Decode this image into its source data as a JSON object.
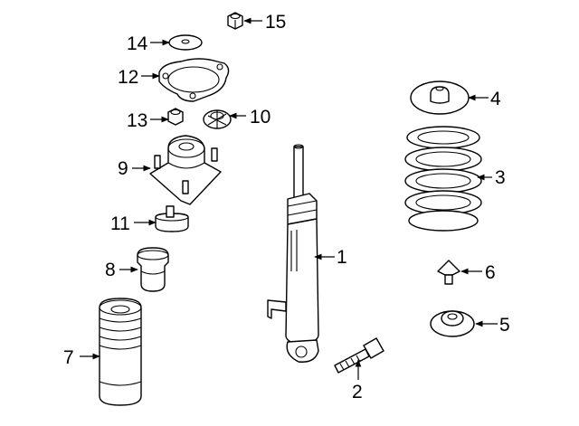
{
  "colors": {
    "line": "#000000",
    "background": "#ffffff"
  },
  "callouts": [
    {
      "id": "1",
      "label": "1"
    },
    {
      "id": "2",
      "label": "2"
    },
    {
      "id": "3",
      "label": "3"
    },
    {
      "id": "4",
      "label": "4"
    },
    {
      "id": "5",
      "label": "5"
    },
    {
      "id": "6",
      "label": "6"
    },
    {
      "id": "7",
      "label": "7"
    },
    {
      "id": "8",
      "label": "8"
    },
    {
      "id": "9",
      "label": "9"
    },
    {
      "id": "10",
      "label": "10"
    },
    {
      "id": "11",
      "label": "11"
    },
    {
      "id": "12",
      "label": "12"
    },
    {
      "id": "13",
      "label": "13"
    },
    {
      "id": "14",
      "label": "14"
    },
    {
      "id": "15",
      "label": "15"
    }
  ]
}
